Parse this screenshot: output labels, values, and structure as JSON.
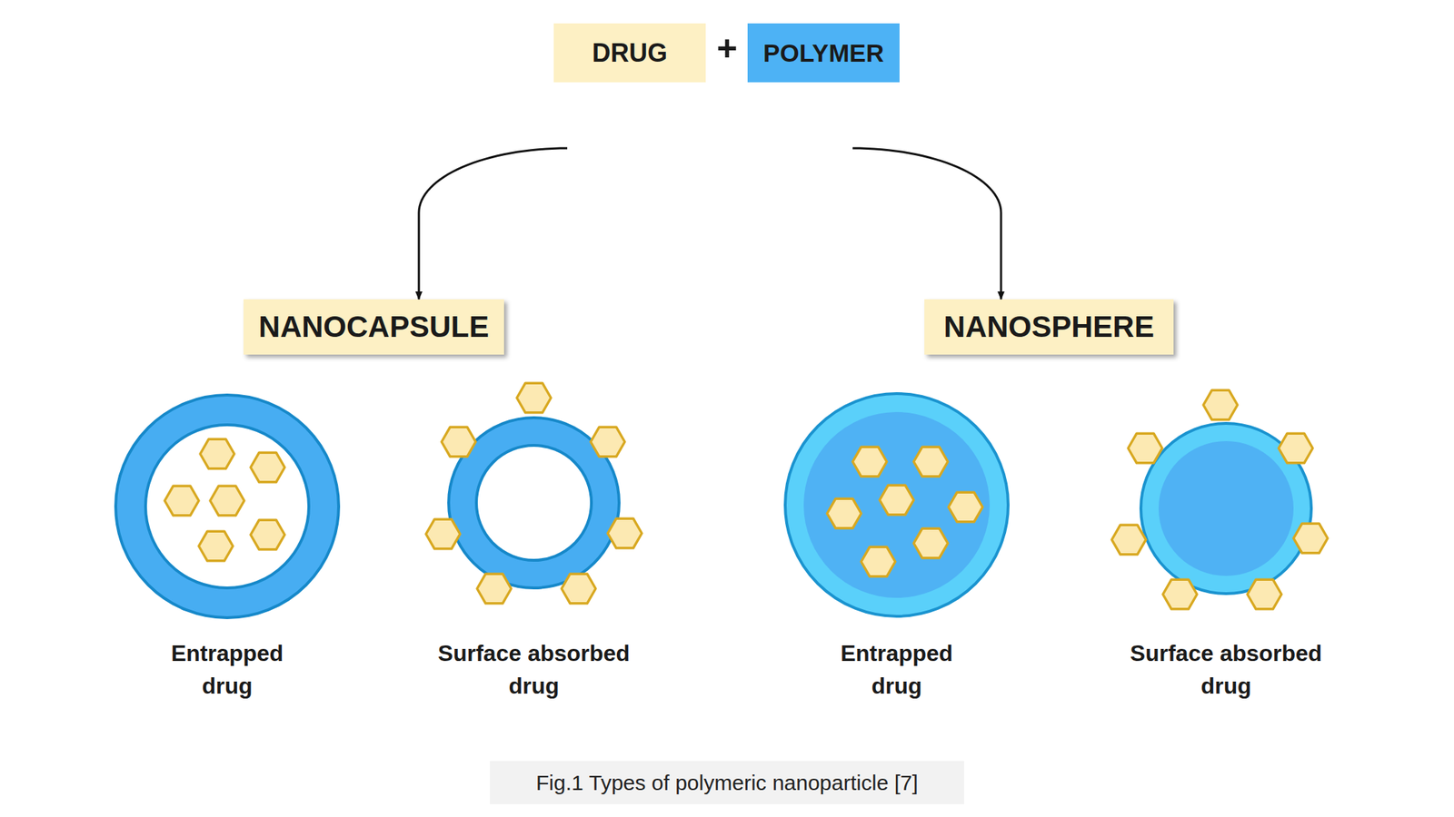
{
  "diagram": {
    "caption": "Fig.1 Types of polymeric nanoparticle [7]",
    "nodes": [
      {
        "text": [
          "DRUG"
        ]
      },
      {
        "text": [
          "POLYMER"
        ]
      },
      {
        "text": [
          "NANOCAPSULE"
        ]
      },
      {
        "text": [
          "NANOSPHERE"
        ]
      },
      {
        "text": [
          "Entrapped drug"
        ]
      },
      {
        "text": [
          "Surface absorbed drug"
        ]
      },
      {
        "text": [
          "Entrapped drug"
        ]
      },
      {
        "text": [
          "Surface absorbed drug"
        ]
      }
    ],
    "edges": [
      {
        "from": 0,
        "to": 2,
        "arrow": "to"
      },
      {
        "from": 1,
        "to": 3,
        "arrow": "to"
      }
    ],
    "labels": [
      "+"
    ]
  }
}
